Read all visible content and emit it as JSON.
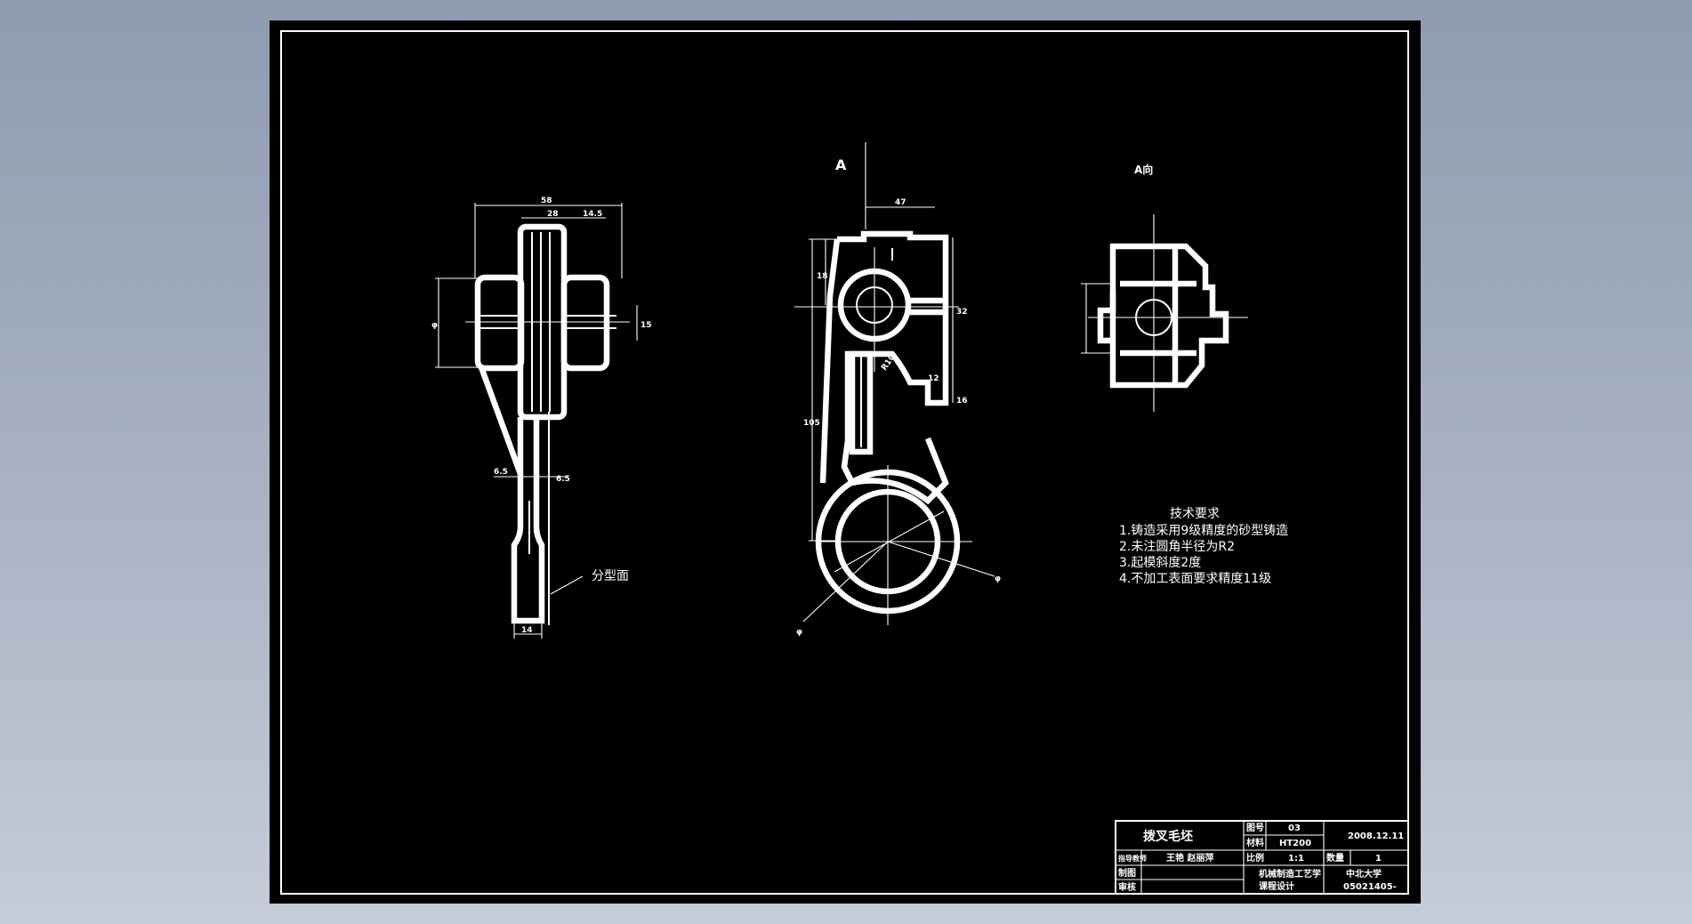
{
  "colors": {
    "background": "#97a3b6",
    "sheet": "#000000",
    "line": "#ffffff"
  },
  "views": {
    "section_label": "A",
    "view_label": "A向"
  },
  "parting_face_label": "分型面",
  "dimensions": {
    "d_58": "58",
    "d_28": "28",
    "d_14_5": "14.5",
    "d_15": "15",
    "d_phi": "φ",
    "d_6_5a": "6.5",
    "d_6_5b": "6.5",
    "d_14": "14",
    "d_47": "47",
    "d_R10": "R10",
    "d_phi2": "φ",
    "d_phi3": "φ",
    "d_left1": "18",
    "d_left2": "105",
    "d_a": "32",
    "d_b": "16",
    "d_c": "12"
  },
  "technical_requirements": {
    "title": "技术要求",
    "items": [
      "1.铸造采用9级精度的砂型铸造",
      "2.未注圆角半径为R2",
      "3.起模斜度2度",
      "4.不加工表面要求精度11级"
    ]
  },
  "title_block": {
    "part_name": "拨叉毛坯",
    "drawing_no_label": "图号",
    "drawing_no": "03",
    "material_label": "材料",
    "material": "HT200",
    "scale_label": "比例",
    "scale": "1:1",
    "quantity_label": "数量",
    "quantity": "1",
    "date": "2008.12.11",
    "advisor_label": "指导教师",
    "advisor": "王艳 赵丽萍",
    "drawn_label": "制图",
    "checked_label": "审核",
    "course": "机械制造工艺学",
    "course2": "课程设计",
    "school": "中北大学",
    "student_id": "05021405-"
  }
}
